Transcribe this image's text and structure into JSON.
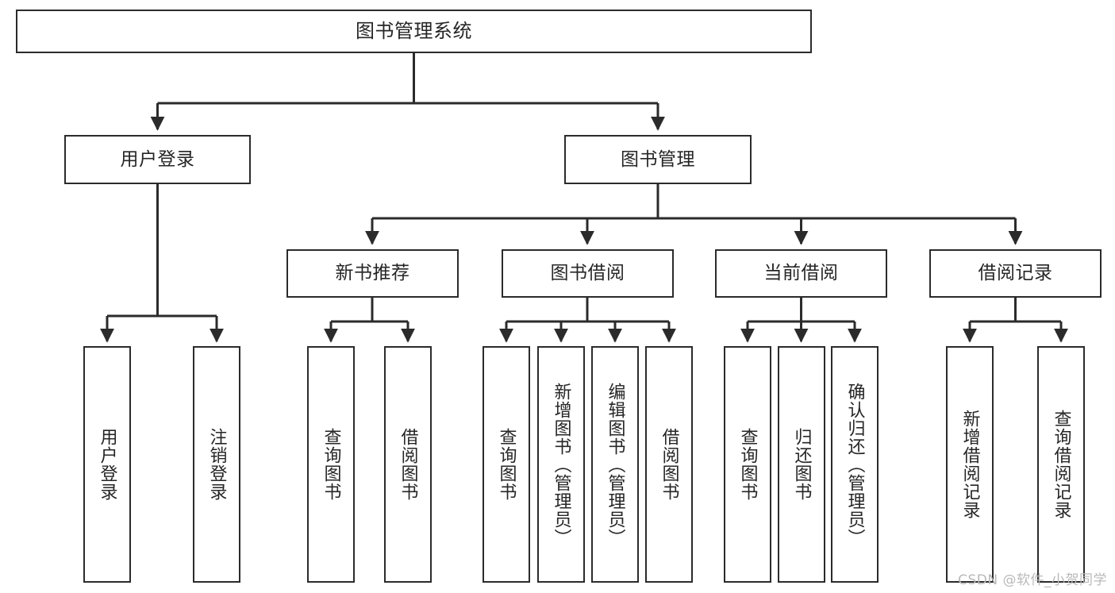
{
  "diagram": {
    "title": "图书管理系统",
    "type": "tree-hierarchy",
    "colors": {
      "stroke": "#2b2b2b",
      "fill": "#ffffff",
      "text": "#262626",
      "watermark": "#b9b9b9"
    },
    "levels": {
      "root": {
        "label": "图书管理系统"
      },
      "level2": [
        {
          "label": "用户登录"
        },
        {
          "label": "图书管理"
        }
      ],
      "level3": [
        {
          "label": "新书推荐"
        },
        {
          "label": "图书借阅"
        },
        {
          "label": "当前借阅"
        },
        {
          "label": "借阅记录"
        }
      ],
      "leaves": {
        "user_login": [
          {
            "label": "用户登录"
          },
          {
            "label": "注销登录"
          }
        ],
        "new_book_recommend": [
          {
            "label": "查询图书"
          },
          {
            "label": "借阅图书"
          }
        ],
        "book_borrow": [
          {
            "label": "查询图书"
          },
          {
            "label": "新增图书（管理员）"
          },
          {
            "label": "编辑图书（管理员）"
          },
          {
            "label": "借阅图书"
          }
        ],
        "current_borrow": [
          {
            "label": "查询图书"
          },
          {
            "label": "归还图书"
          },
          {
            "label": "确认归还（管理员）"
          }
        ],
        "borrow_records": [
          {
            "label": "新增借阅记录"
          },
          {
            "label": "查询借阅记录"
          }
        ]
      }
    },
    "watermark": "CSDN @软件_小贺同学"
  }
}
